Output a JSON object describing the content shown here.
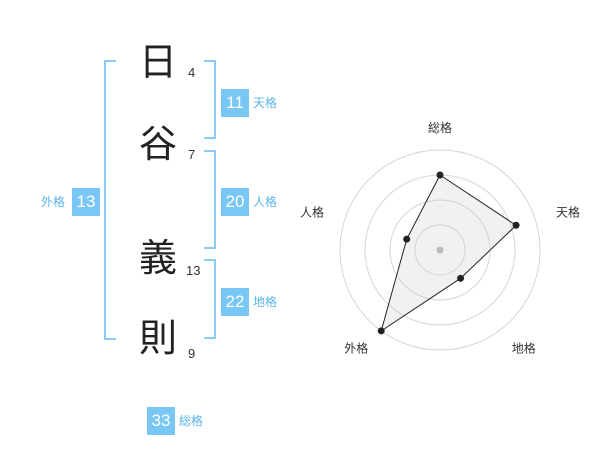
{
  "name_chars": [
    {
      "char": "日",
      "strokes": "4"
    },
    {
      "char": "谷",
      "strokes": "7"
    },
    {
      "char": "義",
      "strokes": "13"
    },
    {
      "char": "則",
      "strokes": "9"
    }
  ],
  "fortunes": {
    "tenkaku": {
      "value": "11",
      "label": "天格"
    },
    "jinkaku": {
      "value": "20",
      "label": "人格"
    },
    "chikaku": {
      "value": "22",
      "label": "地格"
    },
    "gaikaku": {
      "value": "13",
      "label": "外格"
    },
    "soukaku": {
      "value": "33",
      "label": "総格"
    }
  },
  "colors": {
    "accent": "#79c7f5",
    "bracket": "#8ccbf2"
  },
  "chart_data": {
    "type": "radar",
    "axes": [
      "総格",
      "天格",
      "地格",
      "外格",
      "人格"
    ],
    "values": [
      0.75,
      0.8,
      0.35,
      1.0,
      0.35
    ],
    "rings": 4
  }
}
